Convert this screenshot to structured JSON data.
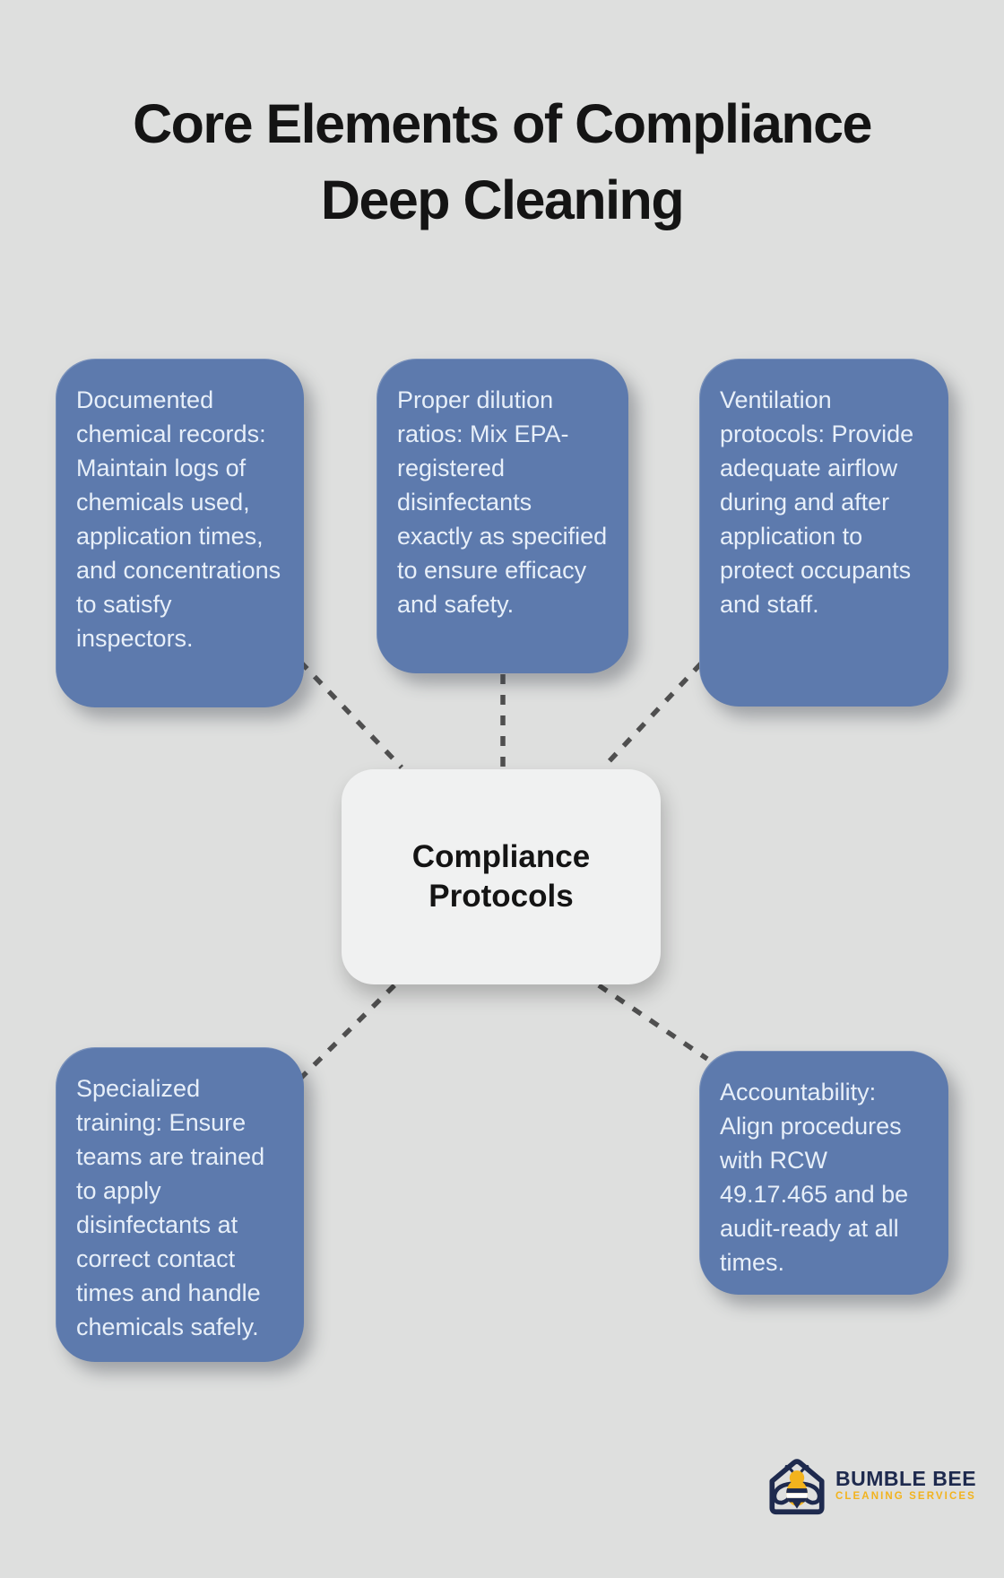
{
  "page": {
    "title_line1": "Core Elements of Compliance",
    "title_line2": "Deep Cleaning"
  },
  "diagram": {
    "center": {
      "label": "Compliance Protocols"
    },
    "nodes": [
      {
        "id": "documented-chemical-records",
        "text": "Documented chemical records: Maintain logs of chemicals used, application times, and concentrations to satisfy inspectors."
      },
      {
        "id": "proper-dilution-ratios",
        "text": "Proper dilution ratios: Mix EPA-registered disinfectants exactly as specified to ensure efficacy and safety."
      },
      {
        "id": "ventilation-protocols",
        "text": "Ventilation protocols: Provide adequate airflow during and after application to protect occupants and staff."
      },
      {
        "id": "specialized-training",
        "text": "Specialized training: Ensure teams are trained to apply disinfectants at correct contact times and handle chemicals safely."
      },
      {
        "id": "accountability",
        "text": "Accountability: Align procedures with RCW 49.17.465 and be audit-ready at all times."
      }
    ]
  },
  "logo": {
    "brand_name": "BUMBLE BEE",
    "brand_tagline": "CLEANING SERVICES",
    "icon": "bee-in-house-icon"
  },
  "colors": {
    "background": "#dedfde",
    "node_blue": "#5d7aad",
    "node_text": "#e7eff9",
    "center_bg": "#f0f1f1",
    "center_text": "#141414",
    "title_text": "#141414",
    "connector": "#4f4f4f",
    "brand_navy": "#1e2a4e",
    "brand_yellow": "#f2b31d"
  }
}
